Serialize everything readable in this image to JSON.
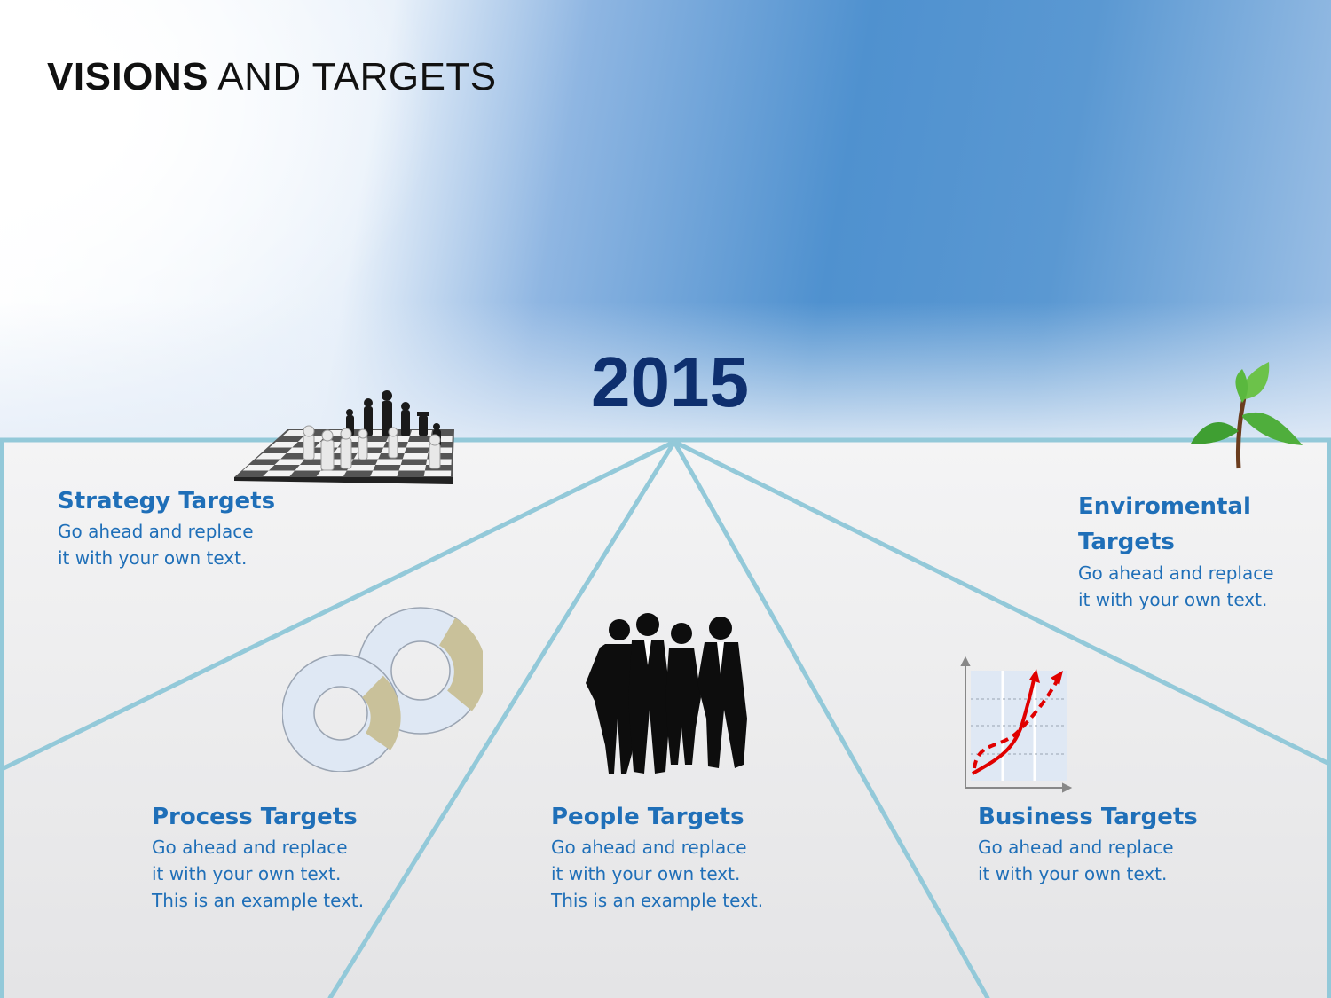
{
  "slide": {
    "title_bold": "VISIONS",
    "title_rest": " AND TARGETS",
    "year": "2015"
  },
  "targets": {
    "strategy": {
      "heading": "Strategy Targets",
      "lines": [
        "Go ahead and replace",
        "it with your own text."
      ]
    },
    "environmental": {
      "heading_line1": "Enviromental",
      "heading_line2": "Targets",
      "lines": [
        "Go ahead and replace",
        "it with your own text."
      ]
    },
    "process": {
      "heading": "Process Targets",
      "lines": [
        "Go ahead and replace",
        "it with your own text.",
        "This is an example text."
      ]
    },
    "people": {
      "heading": "People Targets",
      "lines": [
        "Go ahead and replace",
        "it with your own text.",
        "This is an example text."
      ]
    },
    "business": {
      "heading": "Business Targets",
      "lines": [
        "Go ahead and replace",
        "it with your own text."
      ]
    }
  },
  "colors": {
    "accent_text": "#1f6fb8",
    "year": "#0e2f6e",
    "divider_lines": "#93c9d9"
  },
  "icons": [
    "chessboard-icon",
    "plant-sprout-icon",
    "cycle-arrows-icon",
    "business-people-icon",
    "growth-chart-icon"
  ]
}
